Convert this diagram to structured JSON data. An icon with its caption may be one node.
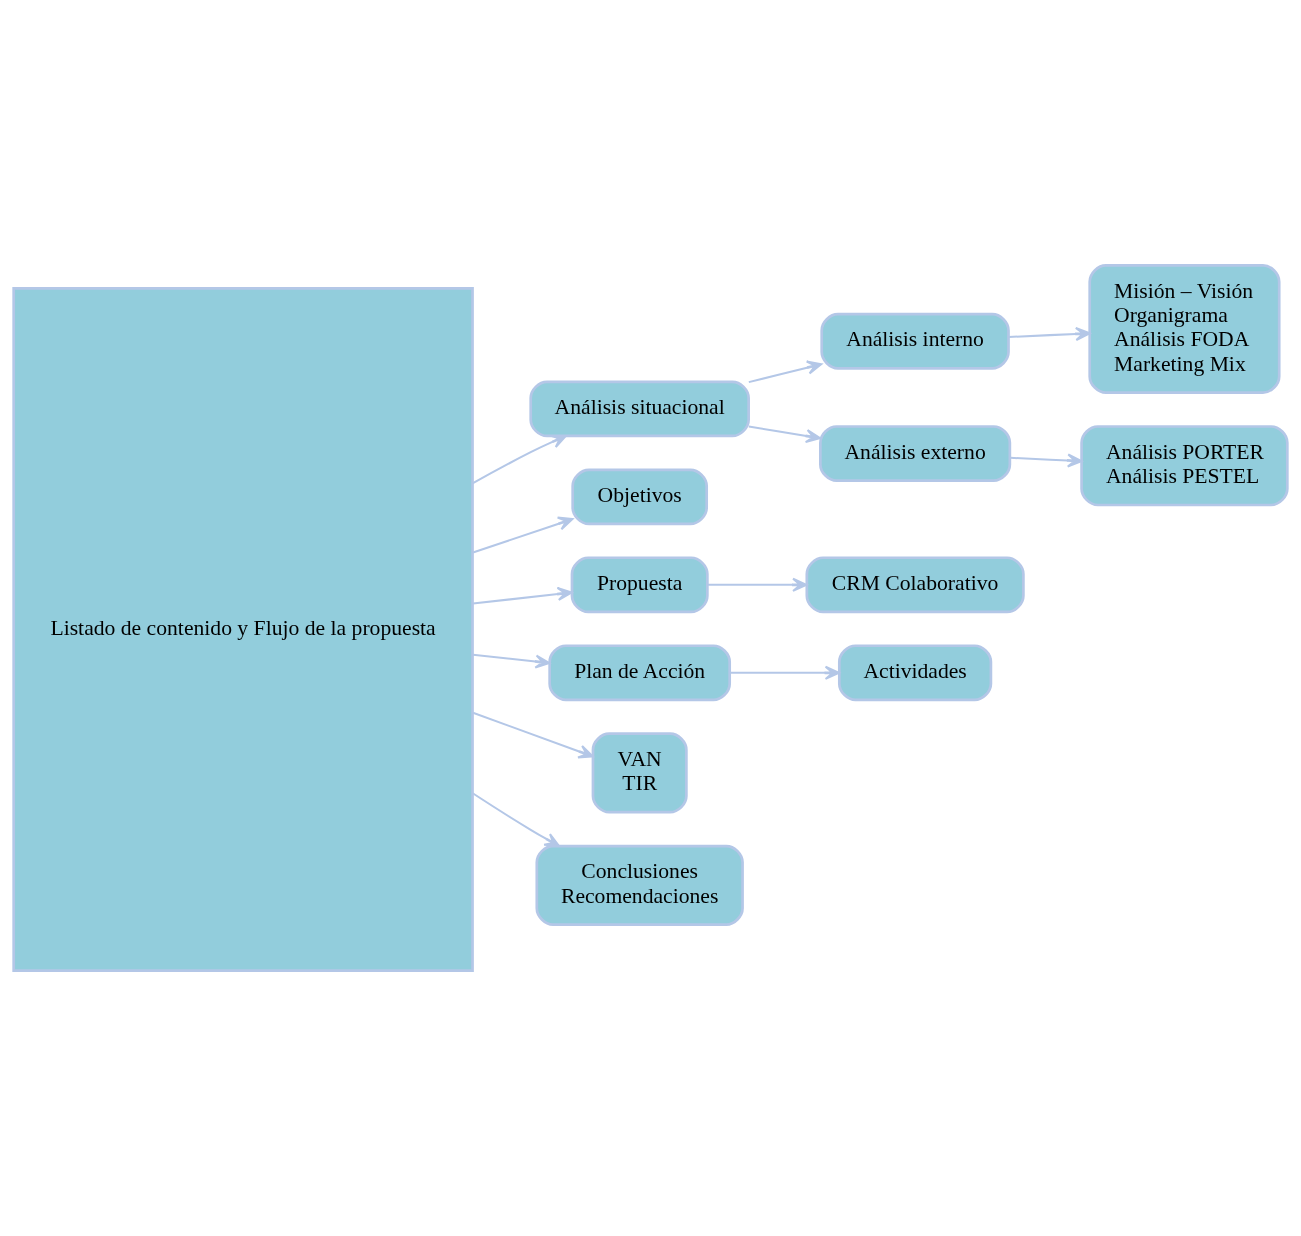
{
  "diagram": {
    "nodes": [
      {
        "text": [
          "Listado de contenido y Flujo de la propuesta"
        ]
      },
      {
        "text": [
          "Análisis situacional"
        ]
      },
      {
        "text": [
          "Análisis interno"
        ]
      },
      {
        "text": [
          "Misión – Visión",
          "Organigrama",
          "Análisis FODA",
          "Marketing Mix"
        ]
      },
      {
        "text": [
          "Análisis externo"
        ]
      },
      {
        "text": [
          "Análisis PORTER",
          "Análisis PESTEL"
        ]
      },
      {
        "text": [
          "Objetivos"
        ]
      },
      {
        "text": [
          "Propuesta"
        ]
      },
      {
        "text": [
          "CRM Colaborativo"
        ]
      },
      {
        "text": [
          "Plan de Acción"
        ]
      },
      {
        "text": [
          "Actividades"
        ]
      },
      {
        "text": [
          "VAN",
          "TIR"
        ]
      },
      {
        "text": [
          "Conclusiones",
          "Recomendaciones"
        ]
      }
    ],
    "edges": [
      {
        "from": 0,
        "to": 1,
        "arrow": "to"
      },
      {
        "from": 0,
        "to": 6,
        "arrow": "to"
      },
      {
        "from": 0,
        "to": 7,
        "arrow": "to"
      },
      {
        "from": 0,
        "to": 9,
        "arrow": "to"
      },
      {
        "from": 0,
        "to": 11,
        "arrow": "to"
      },
      {
        "from": 0,
        "to": 12,
        "arrow": "to"
      },
      {
        "from": 1,
        "to": 2,
        "arrow": "to"
      },
      {
        "from": 1,
        "to": 4,
        "arrow": "to"
      },
      {
        "from": 2,
        "to": 3,
        "arrow": "to"
      },
      {
        "from": 4,
        "to": 5,
        "arrow": "to"
      },
      {
        "from": 7,
        "to": 8,
        "arrow": "to"
      },
      {
        "from": 9,
        "to": 10,
        "arrow": "to"
      }
    ]
  }
}
